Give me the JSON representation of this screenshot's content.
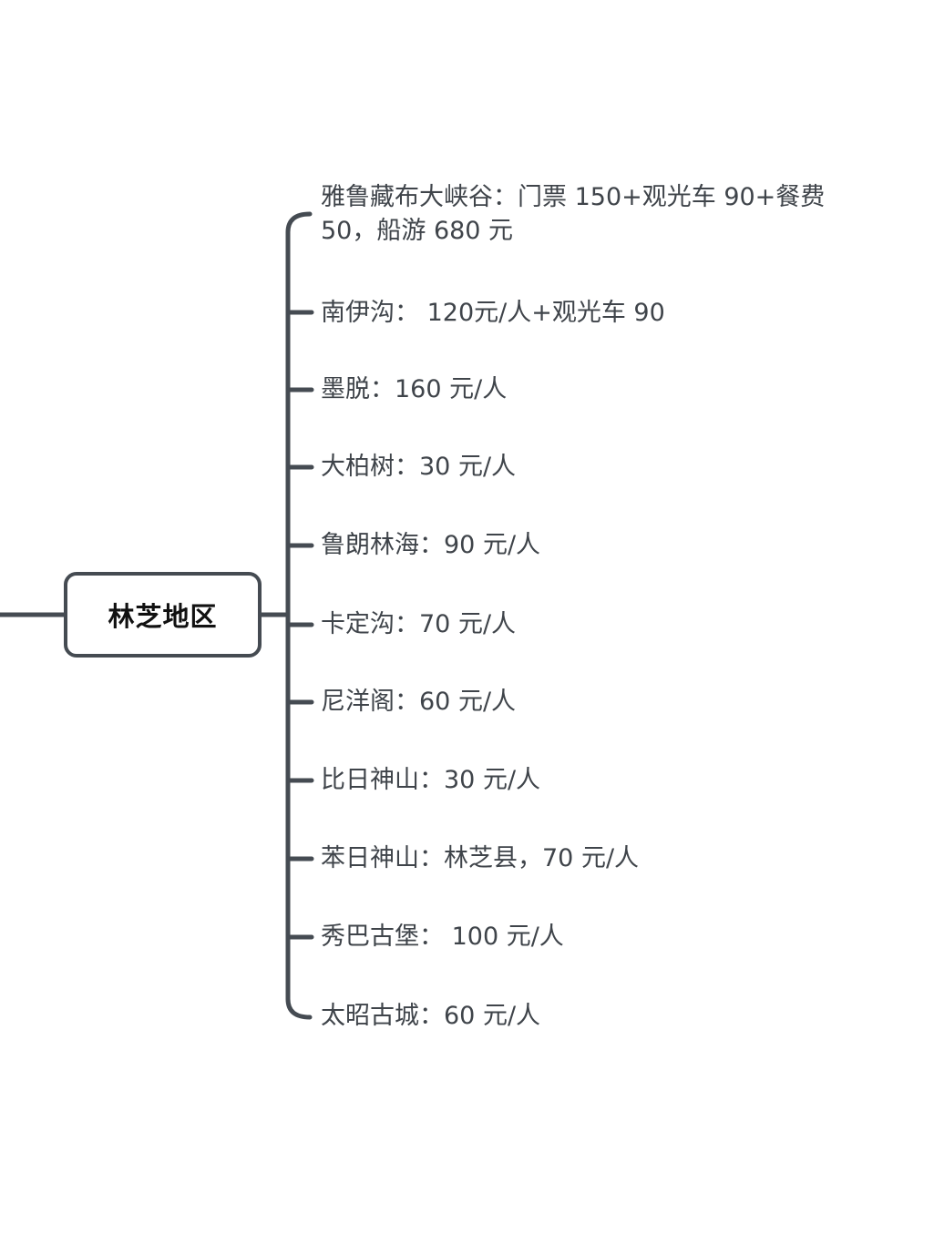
{
  "mindmap": {
    "root": {
      "label": "林芝地区"
    },
    "branches": [
      {
        "label": "雅鲁藏布大峡谷：门票 150+观光车 90+餐费 50，船游 680 元"
      },
      {
        "label": "南伊沟：  120元/人+观光车 90"
      },
      {
        "label": "墨脱：160 元/人"
      },
      {
        "label": "大柏树：30 元/人"
      },
      {
        "label": "鲁朗林海：90 元/人"
      },
      {
        "label": "卡定沟：70 元/人"
      },
      {
        "label": "尼洋阁：60 元/人"
      },
      {
        "label": "比日神山：30 元/人"
      },
      {
        "label": "苯日神山：林芝县，70 元/人"
      },
      {
        "label": "秀巴古堡：  100 元/人"
      },
      {
        "label": "太昭古城：60 元/人"
      }
    ]
  },
  "colors": {
    "line": "#454b52",
    "text": "#3f444a",
    "root_text": "#111111",
    "background": "#ffffff"
  }
}
